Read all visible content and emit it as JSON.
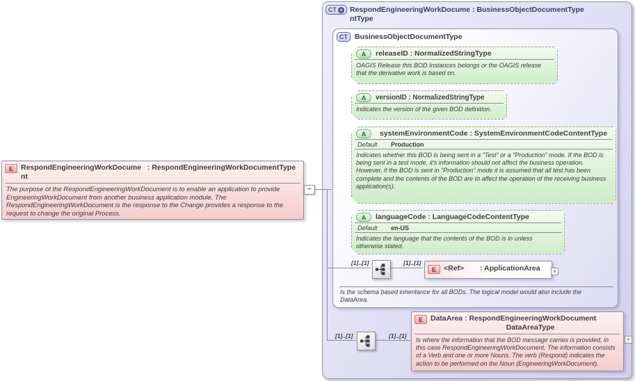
{
  "symbols": {
    "collapse": "−",
    "expand": "+"
  },
  "colors": {
    "element_pink": "#f6cdcd",
    "attribute_green": "#cfeccb",
    "container_lavender": "#d2d0ee"
  },
  "root": {
    "badge": "E",
    "name": "RespondEngineeringWorkDocument",
    "type": ": RespondEngineeringWorkDocumentType",
    "description": "The purpose of the RespondEngineeringWorkDocument is to enable an application to provide EngineeringWorkDocument from another business application module. The RespondEngineeringWorkDocument is the response to the Change provides a response to the request to change the original Process."
  },
  "ct": {
    "badge": "CT",
    "name": "RespondEngineeringWorkDocumentType",
    "type": " : BusinessObjectDocumentType",
    "base": {
      "badge": "CT",
      "title": "BusinessObjectDocumentType",
      "attributes": [
        {
          "badge": "A",
          "title": "releaseID : NormalizedStringType",
          "description": "OAGIS Release this BOD Instances belongs or the OAGIS release that the derivative work is based on."
        },
        {
          "badge": "A",
          "title": "versionID : NormalizedStringType",
          "description": "Indicates the version of the given BOD definition."
        },
        {
          "badge": "A",
          "title": "systemEnvironmentCode : SystemEnvironmentCodeContentType",
          "default_label": "Default",
          "default_value": "Production",
          "description": "Indicates whether this BOD is being sent in a \"Test\" or a \"Production\" mode. If the BOD is being sent in a test mode, it's information should not affect the business operation. However, if the BOD is sent in \"Production\" mode it is assumed that all test has been complete and the contents of the BOD are to affect the operation of the receiving business application(s)."
        },
        {
          "badge": "A",
          "title": "languageCode : LanguageCodeContentType",
          "default_label": "Default",
          "default_value": "en-US",
          "description": "Indicates the language that the contents of the BOD is in unless otherwise stated."
        }
      ],
      "seq": {
        "card_left": "[1]..[1]",
        "card_right": "[1]..[1]"
      },
      "ref": {
        "badge": "E",
        "name": "<Ref>",
        "type": ": ApplicationArea"
      },
      "note": "Is the schema based inheritance for all BODs. The logical model would also include the DataArea."
    },
    "seq2": {
      "card_left": "[1]..[1]",
      "card_right": "[1]..[1]"
    },
    "data_area": {
      "badge": "E",
      "name": "DataArea",
      "type": " : RespondEngineeringWorkDocumentDataAreaType",
      "description": "Is where the information that the BOD message carries is provided, in this case RespondEngineeringWorkDocument. The information consists of a Verb and one or more Nouns. The verb (Respond) indicates the action to be performed on the Noun (EngineeringWorkDocument)."
    }
  }
}
